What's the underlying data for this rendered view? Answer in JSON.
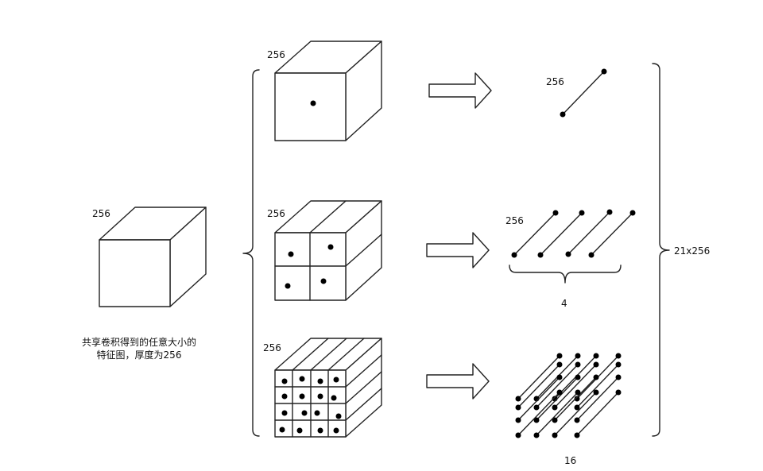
{
  "input": {
    "depth_label": "256",
    "caption_line1": "共享卷积得到的任意大小的",
    "caption_line2": "特征图，厚度为256"
  },
  "pyramid": [
    {
      "level": "1x1",
      "grid": 1,
      "depth_label": "256",
      "output_depth_label": "256",
      "output_count_label": ""
    },
    {
      "level": "2x2",
      "grid": 2,
      "depth_label": "256",
      "output_depth_label": "256",
      "output_count_label": "4"
    },
    {
      "level": "4x4",
      "grid": 4,
      "depth_label": "256",
      "output_depth_label": "",
      "output_count_label": "16"
    }
  ],
  "output": {
    "total_label": "21x256"
  }
}
